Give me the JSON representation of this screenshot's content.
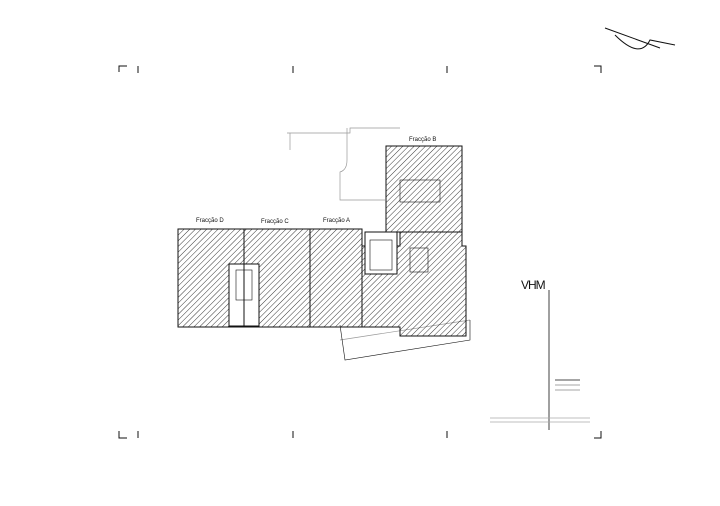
{
  "plan": {
    "units": [
      {
        "label": "Fracção D"
      },
      {
        "label": "Fracção C"
      },
      {
        "label": "Fracção A"
      },
      {
        "label": "Fracção B"
      }
    ]
  },
  "title_block": {
    "logo": "VHM"
  },
  "colors": {
    "ink": "#111111",
    "paper": "#ffffff"
  }
}
